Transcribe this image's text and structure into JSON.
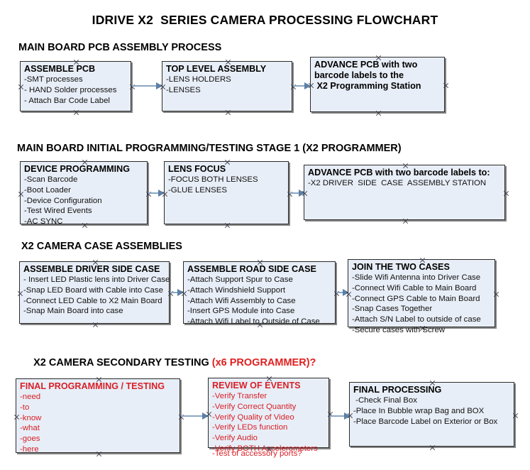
{
  "document": {
    "title": "IDRIVE X2  SERIES CAMERA PROCESSING FLOWCHART"
  },
  "theme": {
    "node_fill": "#e8eef7",
    "node_border": "#2b2b2b",
    "connector": "#8ba6c4",
    "arrowhead": "#5b7fa6",
    "accent_red": "#d81f26",
    "text": "#000000"
  },
  "sections": [
    {
      "id": "main-board-pcb-assembly",
      "heading": "MAIN BOARD PCB ASSEMBLY PROCESS",
      "heading_accent": "",
      "nodes": [
        {
          "id": "assemble-pcb",
          "title": "ASSEMBLE PCB",
          "lines": [
            "-SMT processes",
            "- HAND Solder processes",
            "- Attach Bar Code Label"
          ],
          "color": "black"
        },
        {
          "id": "top-level-assembly",
          "title": "TOP LEVEL ASSEMBLY",
          "lines": [
            "-LENS HOLDERS",
            "-LENSES"
          ],
          "color": "black"
        },
        {
          "id": "advance-pcb-x2-programming-station",
          "title": "ADVANCE PCB with two\nbarcode labels to the\n X2 Programming Station",
          "lines": [],
          "color": "black"
        }
      ]
    },
    {
      "id": "main-board-initial-programming",
      "heading": "MAIN BOARD INITIAL PROGRAMMING/TESTING STAGE 1 (X2 PROGRAMMER)",
      "heading_accent": "",
      "nodes": [
        {
          "id": "device-programming",
          "title": "DEVICE PROGRAMMING",
          "lines": [
            "-Scan Barcode",
            "-Boot Loader",
            "-Device Configuration",
            "-Test Wired Events",
            "-AC SYNC"
          ],
          "color": "black"
        },
        {
          "id": "lens-focus",
          "title": "LENS FOCUS",
          "lines": [
            "-FOCUS BOTH LENSES",
            "-GLUE LENSES"
          ],
          "color": "black"
        },
        {
          "id": "advance-pcb-driver-side-case",
          "title": "ADVANCE PCB with two barcode labels to:",
          "lines": [
            "-X2 DRIVER  SIDE  CASE  ASSEMBLY STATION"
          ],
          "color": "black"
        }
      ]
    },
    {
      "id": "x2-camera-case-assemblies",
      "heading": "X2 CAMERA CASE ASSEMBLIES",
      "heading_accent": "",
      "nodes": [
        {
          "id": "assemble-driver-side-case",
          "title": "ASSEMBLE DRIVER SIDE CASE",
          "lines": [
            "- Insert LED Plastic lens into Driver Case",
            "-Snap LED Board with Cable into Case",
            "-Connect LED Cable to X2 Main Board",
            "-Snap Main Board into case"
          ],
          "color": "black"
        },
        {
          "id": "assemble-road-side-case",
          "title": "ASSEMBLE ROAD SIDE CASE",
          "lines": [
            "-Attach Support Spur to Case",
            "-Attach Windshield Support",
            "-Attach Wifi Assembly to Case",
            "-Insert GPS Module into Case",
            "-Attach Wifi Label to Outside of Case"
          ],
          "color": "black"
        },
        {
          "id": "join-the-two-cases",
          "title": "JOIN THE TWO CASES",
          "lines": [
            "-Slide Wifi Antenna into Driver Case",
            "-Connect Wifi Cable to Main Board",
            "-Connect GPS Cable to Main Board",
            "-Snap Cases Together",
            "-Attach S/N Label to outside of case",
            "-Secure cases with Screw"
          ],
          "color": "black"
        }
      ]
    },
    {
      "id": "x2-camera-secondary-testing",
      "heading": "X2 CAMERA SECONDARY TESTING ",
      "heading_accent": "(x6 PROGRAMMER)?",
      "nodes": [
        {
          "id": "final-programming-testing",
          "title": "FINAL PROGRAMMING / TESTING",
          "lines": [
            "-need",
            "-to",
            "-know",
            "-what",
            "-goes",
            "-here"
          ],
          "color": "red"
        },
        {
          "id": "review-of-events",
          "title": "REVIEW OF EVENTS",
          "lines": [
            "-Verify Transfer",
            "-Verify Correct Quantity",
            "-Verify Quality of Video",
            "-Verify LEDs function",
            "-Verify Audio",
            "-Verify BOTH Accelerometers"
          ],
          "overflow_line": "-Test of accessory ports?",
          "color": "red"
        },
        {
          "id": "final-processing",
          "title": "FINAL PROCESSING",
          "lines": [
            " -Check Final Box",
            "-Place In Bubble wrap Bag and BOX",
            "-Place Barcode Label on Exterior or Box"
          ],
          "color": "black"
        }
      ]
    }
  ]
}
